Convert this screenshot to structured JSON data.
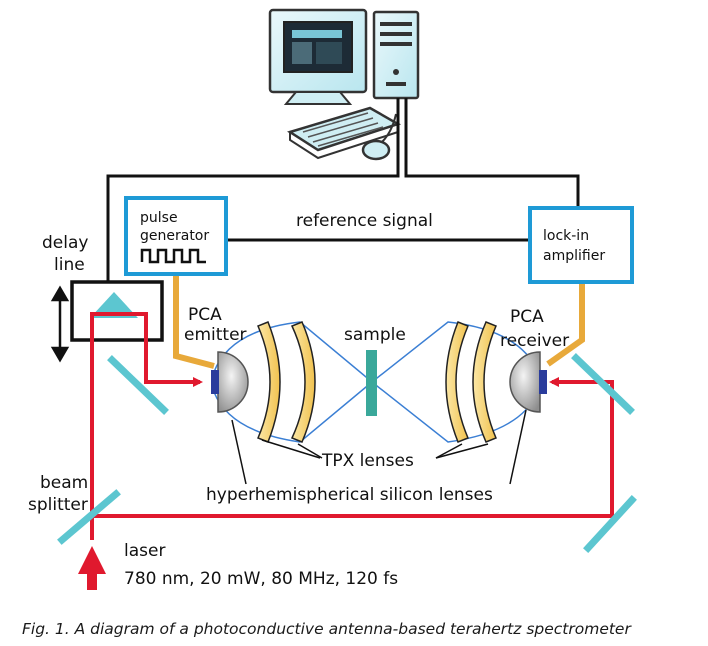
{
  "labels": {
    "pulse_generator_line1": "pulse",
    "pulse_generator_line2": "generator",
    "reference_signal": "reference signal",
    "lockin_line1": "lock-in",
    "lockin_line2": "amplifier",
    "delay_line1": "delay",
    "delay_line2": "line",
    "pca_emitter_line1": "PCA",
    "pca_emitter_line2": "emitter",
    "sample": "sample",
    "pca_receiver_line1": "PCA",
    "pca_receiver_line2": "receiver",
    "tpx_lenses": "TPX lenses",
    "silicon_lenses": "hyperhemispherical silicon lenses",
    "beam_splitter_line1": "beam",
    "beam_splitter_line2": "splitter",
    "laser_line1": "laser",
    "laser_line2": "780  nm, 20 mW, 80 MHz, 120 fs"
  },
  "caption": "Fig. 1. A diagram of a photoconductive antenna-based terahertz spectrometer",
  "icons": [
    "computer-monitor-icon",
    "computer-tower-icon",
    "keyboard-icon",
    "mouse-icon",
    "square-wave-icon"
  ],
  "colors": {
    "laser_beam": "#e0192e",
    "box_border": "#1e9ad6",
    "optics": "#5cc6d0",
    "sample": "#3aa89a",
    "fiber": "#e8a93a",
    "thz_beam": "#3b7fd4",
    "lens_fill": "#f5cf6a",
    "wire": "#111111"
  }
}
